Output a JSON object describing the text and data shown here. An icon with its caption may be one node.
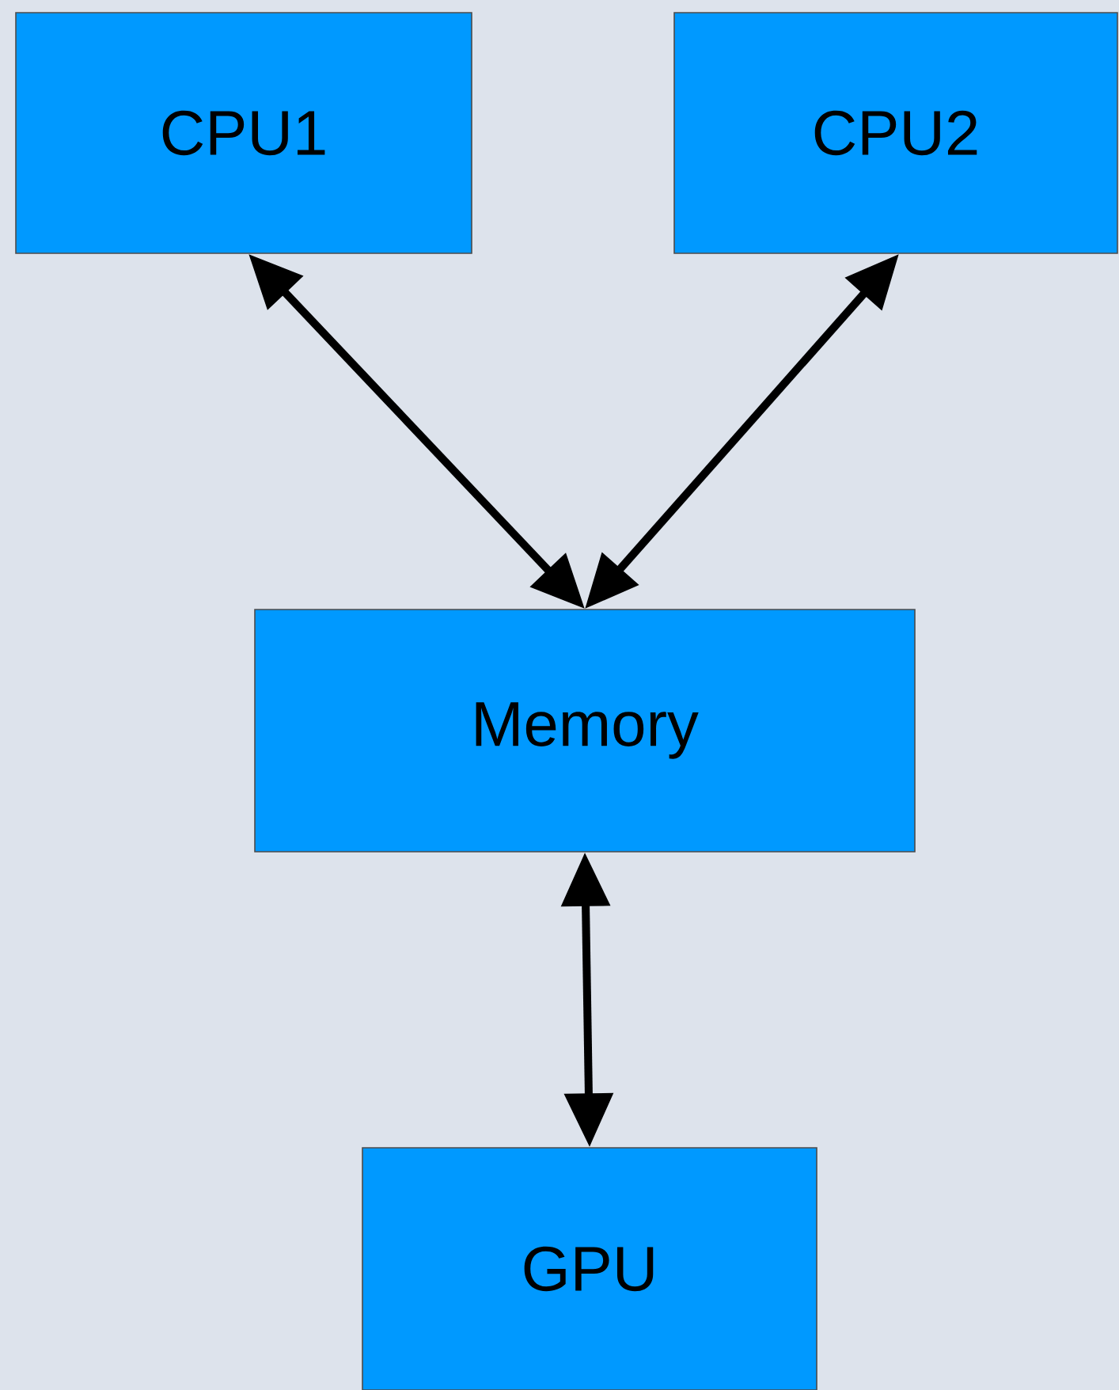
{
  "diagram": {
    "nodes": [
      {
        "text": [
          "CPU1"
        ]
      },
      {
        "text": [
          "CPU2"
        ]
      },
      {
        "text": [
          "Memory"
        ]
      },
      {
        "text": [
          "GPU"
        ]
      }
    ],
    "edges": [
      {
        "from": 0,
        "to": 2,
        "arrow": "both"
      },
      {
        "from": 1,
        "to": 2,
        "arrow": "both"
      },
      {
        "from": 2,
        "to": 3,
        "arrow": "both"
      }
    ]
  }
}
